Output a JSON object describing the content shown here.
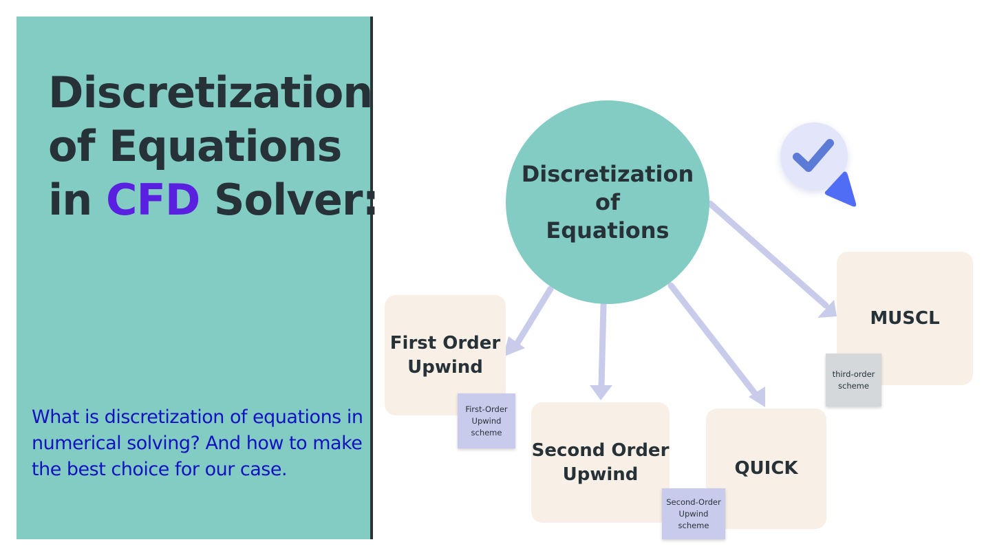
{
  "slide": {
    "title_line1": "Discretization",
    "title_line2": "of Equations",
    "title_line3_pre": "in ",
    "title_line3_accent": "CFD",
    "title_line3_post": " Solver:",
    "subtitle": "What is discretization of equations in numerical solving? And how to make the best choice for our case."
  },
  "diagram": {
    "center": "Discretization\nof\nEquations",
    "nodes": [
      {
        "label": "First Order\nUpwind",
        "note": "First-Order\nUpwind\nscheme"
      },
      {
        "label": "Second Order\nUpwind",
        "note": "Second-Order\nUpwind\nscheme"
      },
      {
        "label": "QUICK",
        "note": ""
      },
      {
        "label": "MUSCL",
        "note": "third-order\nscheme"
      }
    ]
  },
  "icons": {
    "check": "check-icon",
    "pointer": "cursor-pointer-icon"
  },
  "colors": {
    "panel": "#82ccc3",
    "accent": "#5a20e0",
    "subtitle": "#1212c0",
    "box": "#f8f0e6",
    "note_lavender": "#c9cbec",
    "note_gray": "#d4d8db",
    "arrow": "#c8cbea",
    "check": "#5b7bd6",
    "pointer": "#4f6ef5"
  }
}
